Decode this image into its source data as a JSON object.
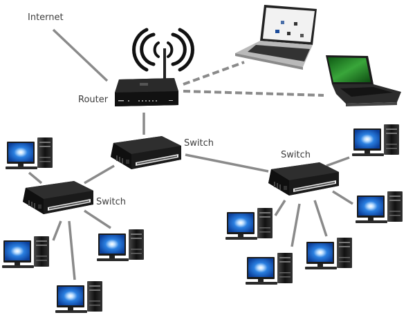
{
  "diagram": {
    "title": "Network topology",
    "labels": {
      "internet": "Internet",
      "router": "Router",
      "switch_center": "Switch",
      "switch_left": "Switch",
      "switch_right": "Switch"
    },
    "nodes": [
      {
        "id": "internet",
        "type": "cloud-endpoint",
        "label": "Internet"
      },
      {
        "id": "router",
        "type": "wireless-router",
        "label": "Router"
      },
      {
        "id": "laptop-1",
        "type": "laptop",
        "screen": "desktop"
      },
      {
        "id": "laptop-2",
        "type": "laptop",
        "screen": "green"
      },
      {
        "id": "switch-center",
        "type": "switch",
        "label": "Switch"
      },
      {
        "id": "switch-left",
        "type": "switch",
        "label": "Switch"
      },
      {
        "id": "switch-right",
        "type": "switch",
        "label": "Switch"
      },
      {
        "id": "pc-l1",
        "type": "desktop-pc"
      },
      {
        "id": "pc-l2",
        "type": "desktop-pc"
      },
      {
        "id": "pc-l3",
        "type": "desktop-pc"
      },
      {
        "id": "pc-l4",
        "type": "desktop-pc"
      },
      {
        "id": "pc-r1",
        "type": "desktop-pc"
      },
      {
        "id": "pc-r2",
        "type": "desktop-pc"
      },
      {
        "id": "pc-r3",
        "type": "desktop-pc"
      },
      {
        "id": "pc-r4",
        "type": "desktop-pc"
      },
      {
        "id": "pc-r5",
        "type": "desktop-pc"
      }
    ],
    "edges": [
      {
        "from": "internet",
        "to": "router",
        "style": "wired"
      },
      {
        "from": "router",
        "to": "laptop-1",
        "style": "wireless"
      },
      {
        "from": "router",
        "to": "laptop-2",
        "style": "wireless"
      },
      {
        "from": "router",
        "to": "switch-center",
        "style": "wired"
      },
      {
        "from": "switch-center",
        "to": "switch-left",
        "style": "wired"
      },
      {
        "from": "switch-center",
        "to": "switch-right",
        "style": "wired"
      },
      {
        "from": "switch-left",
        "to": "pc-l1",
        "style": "wired"
      },
      {
        "from": "switch-left",
        "to": "pc-l2",
        "style": "wired"
      },
      {
        "from": "switch-left",
        "to": "pc-l3",
        "style": "wired"
      },
      {
        "from": "switch-left",
        "to": "pc-l4",
        "style": "wired"
      },
      {
        "from": "switch-right",
        "to": "pc-r1",
        "style": "wired"
      },
      {
        "from": "switch-right",
        "to": "pc-r2",
        "style": "wired"
      },
      {
        "from": "switch-right",
        "to": "pc-r3",
        "style": "wired"
      },
      {
        "from": "switch-right",
        "to": "pc-r4",
        "style": "wired"
      },
      {
        "from": "switch-right",
        "to": "pc-r5",
        "style": "wired"
      }
    ],
    "colors": {
      "line": "#8a8a8a",
      "device_body": "#1e1e1e",
      "monitor_screen": "#1f6fd6",
      "laptop_green_screen": "#2e9a2e",
      "label_text": "#3c3c3c"
    }
  }
}
